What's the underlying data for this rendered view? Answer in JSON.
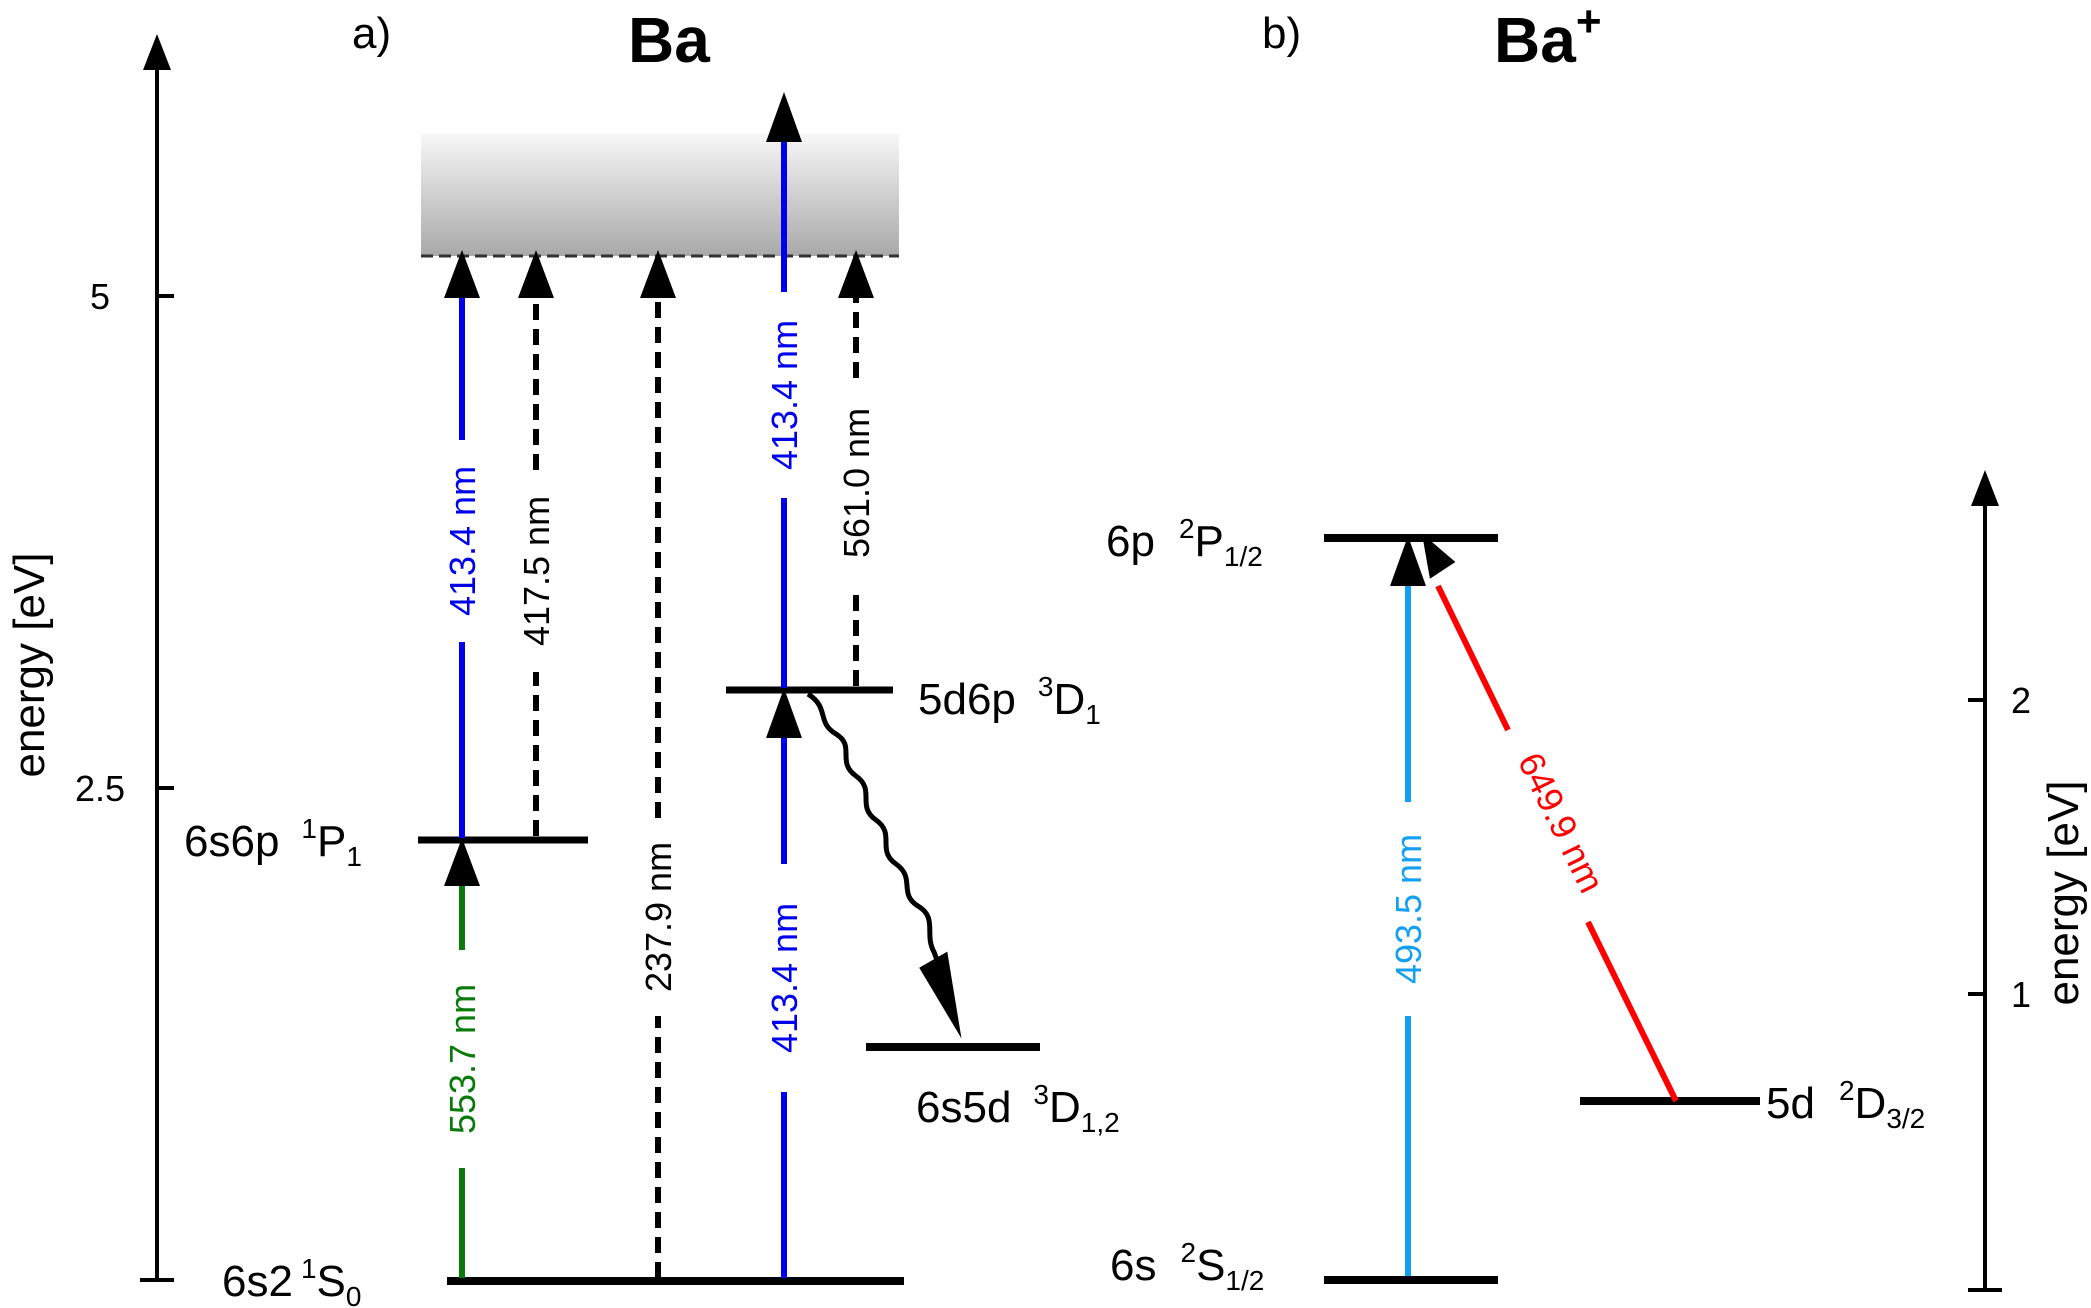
{
  "panels": {
    "a": {
      "label": "a)",
      "title": "Ba",
      "axis": {
        "label": "energy [eV]",
        "ticks": [
          "5",
          "2.5"
        ]
      },
      "levels": {
        "ground": {
          "config": "6s2",
          "term": "1",
          "term_letter": "S",
          "term_sub": "0"
        },
        "p1": {
          "config": "6s6p",
          "term": "1",
          "term_letter": "P",
          "term_sub": "1"
        },
        "d1": {
          "config": "5d6p",
          "term": "3",
          "term_letter": "D",
          "term_sub": "1"
        },
        "d12": {
          "config": "6s5d",
          "term": "3",
          "term_letter": "D",
          "term_sub": "1,2"
        }
      },
      "transitions": {
        "green": "553.7 nm",
        "blue_left": "413.4 nm",
        "dashed_4175": "417.5 nm",
        "dashed_2379": "237.9 nm",
        "blue_right_low": "413.4 nm",
        "blue_right_high": "413.4 nm",
        "dashed_5610": "561.0 nm"
      }
    },
    "b": {
      "label": "b)",
      "title": "Ba",
      "title_sup": "+",
      "axis": {
        "label": "energy [eV]",
        "ticks": [
          "2",
          "1"
        ]
      },
      "levels": {
        "ground": {
          "config": "6s",
          "term": "2",
          "term_letter": "S",
          "term_sub": "1/2"
        },
        "p": {
          "config": "6p",
          "term": "2",
          "term_letter": "P",
          "term_sub": "1/2"
        },
        "d": {
          "config": "5d",
          "term": "2",
          "term_letter": "D",
          "term_sub": "3/2"
        }
      },
      "transitions": {
        "cyan": "493.5 nm",
        "red": "649.9 nm"
      }
    }
  },
  "colors": {
    "blue": "#0000ee",
    "green": "#0a7a0a",
    "cyan": "#14a0f0",
    "red": "#ff0000",
    "black": "#000000",
    "continuum_top": "#f7f7f7",
    "continuum_bottom": "#a9a9a9"
  }
}
